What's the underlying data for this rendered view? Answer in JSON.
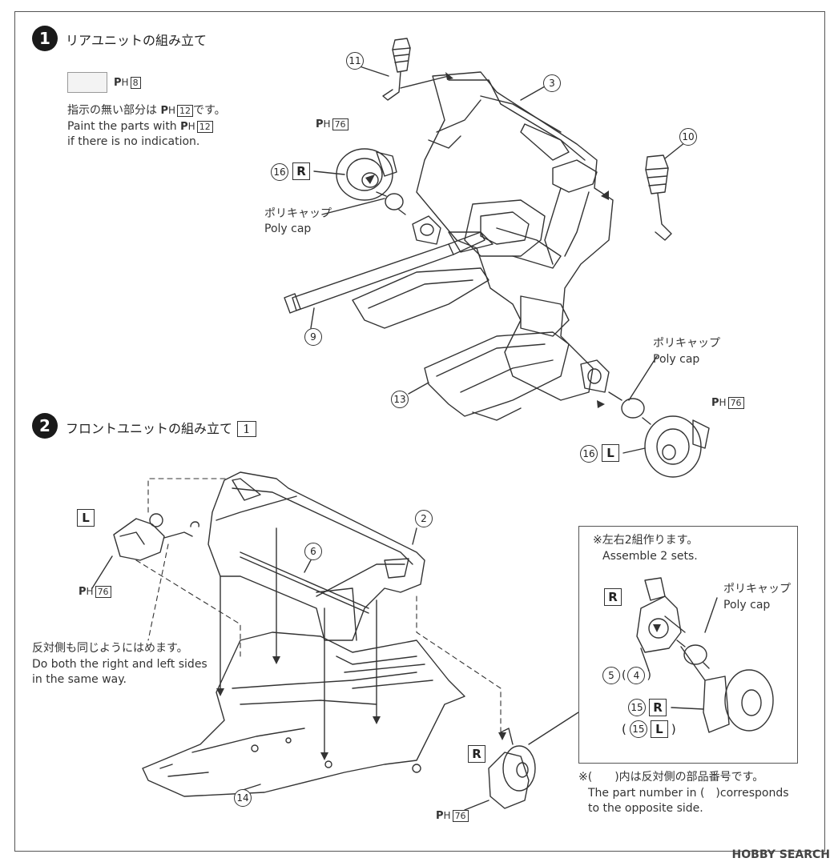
{
  "step1": {
    "number": "1",
    "title": "リアユニットの組み立て",
    "paint_ph": "8",
    "paint_note_ja_prefix": "指示の無い部分は",
    "paint_note_ja_ph": "12",
    "paint_note_ja_suffix": "です。",
    "paint_note_en_prefix": "Paint the parts with",
    "paint_note_en_ph": "12",
    "paint_note_en_line2": "if there is no indication.",
    "polycap_ja": "ポリキャップ",
    "polycap_en": "Poly cap",
    "polycap2_ja": "ポリキャップ",
    "polycap2_en": "Poly cap",
    "ph_disc_r": "76",
    "ph_disc_l": "76",
    "parts": {
      "p11": "11",
      "p3": "3",
      "p10": "10",
      "p16r": "16",
      "p9": "9",
      "p13": "13",
      "p16l": "16"
    },
    "side_r": "R",
    "side_l": "L"
  },
  "step2": {
    "number": "2",
    "title": "フロントユニットの組み立て",
    "ref_box": "1",
    "side_l": "L",
    "side_r": "R",
    "ph_left": "76",
    "ph_right": "76",
    "parts": {
      "p2": "2",
      "p6": "6",
      "p14": "14"
    },
    "note_ja": "反対側も同じようにはめます。",
    "note_en1": "Do both the right and left sides",
    "note_en2": "in the same way.",
    "inset": {
      "note_ja": "※左右2組作ります。",
      "note_en": "Assemble 2 sets.",
      "side_r": "R",
      "polycap_ja": "ポリキャップ",
      "polycap_en": "Poly cap",
      "p5": "5",
      "p4": "4",
      "p15a": "15",
      "p15a_side": "R",
      "p15b": "15",
      "p15b_side": "L"
    },
    "footnote_ja": "※(　　)内は反対側の部品番号です。",
    "footnote_en1": "The part number in (　)corresponds",
    "footnote_en2": "to the opposite side."
  },
  "watermark": "HOBBY SEARCH",
  "colors": {
    "ink": "#222222",
    "line": "#333333",
    "paper": "#ffffff"
  }
}
